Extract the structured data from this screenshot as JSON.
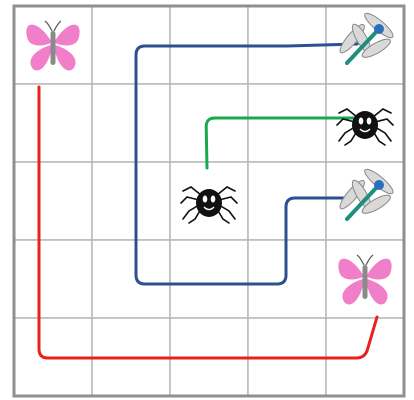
{
  "puzzle": {
    "type": "connect-matching-pairs",
    "grid": {
      "rows": 5,
      "cols": 5
    },
    "colors": {
      "background": "#ffffff",
      "grid_line": "#b8b8b8",
      "border": "#8f8f8f",
      "path_red": "#e8231e",
      "path_blue": "#2e4f92",
      "path_green": "#1aa84f",
      "butterfly_wing": "#f07ec8",
      "butterfly_body": "#8a8a8a",
      "dragonfly_body": "#1f8f7a",
      "dragonfly_head": "#2a6fbe",
      "dragonfly_wing": "#d9d9d9",
      "spider_body": "#111111"
    },
    "creatures": [
      {
        "id": "butterfly-1",
        "kind": "butterfly",
        "icon": "butterfly-icon",
        "row": 0,
        "col": 0
      },
      {
        "id": "dragonfly-1",
        "kind": "dragonfly",
        "icon": "dragonfly-icon",
        "row": 0,
        "col": 4
      },
      {
        "id": "spider-1",
        "kind": "spider",
        "icon": "spider-icon",
        "row": 1,
        "col": 4
      },
      {
        "id": "spider-2",
        "kind": "spider",
        "icon": "spider-icon",
        "row": 2,
        "col": 2
      },
      {
        "id": "dragonfly-2",
        "kind": "dragonfly",
        "icon": "dragonfly-icon",
        "row": 2,
        "col": 4
      },
      {
        "id": "butterfly-2",
        "kind": "butterfly",
        "icon": "butterfly-icon",
        "row": 3,
        "col": 4
      }
    ],
    "paths": [
      {
        "id": "red-path",
        "color": "#e8231e",
        "connects": [
          "butterfly-1",
          "butterfly-2"
        ],
        "cells": [
          [
            0,
            0
          ],
          [
            1,
            0
          ],
          [
            2,
            0
          ],
          [
            3,
            0
          ],
          [
            4,
            0
          ],
          [
            4,
            1
          ],
          [
            4,
            2
          ],
          [
            4,
            3
          ],
          [
            4,
            4
          ],
          [
            3,
            4
          ]
        ]
      },
      {
        "id": "blue-path",
        "color": "#2e4f92",
        "connects": [
          "dragonfly-1",
          "dragonfly-2"
        ],
        "cells": [
          [
            0,
            4
          ],
          [
            0,
            3
          ],
          [
            0,
            2
          ],
          [
            0,
            1
          ],
          [
            1,
            1
          ],
          [
            2,
            1
          ],
          [
            3,
            1
          ],
          [
            3,
            2
          ],
          [
            3,
            3
          ],
          [
            2,
            3
          ],
          [
            2,
            4
          ]
        ]
      },
      {
        "id": "green-path",
        "color": "#1aa84f",
        "connects": [
          "spider-1",
          "spider-2"
        ],
        "cells": [
          [
            1,
            4
          ],
          [
            1,
            3
          ],
          [
            1,
            2
          ],
          [
            2,
            2
          ]
        ]
      }
    ]
  }
}
